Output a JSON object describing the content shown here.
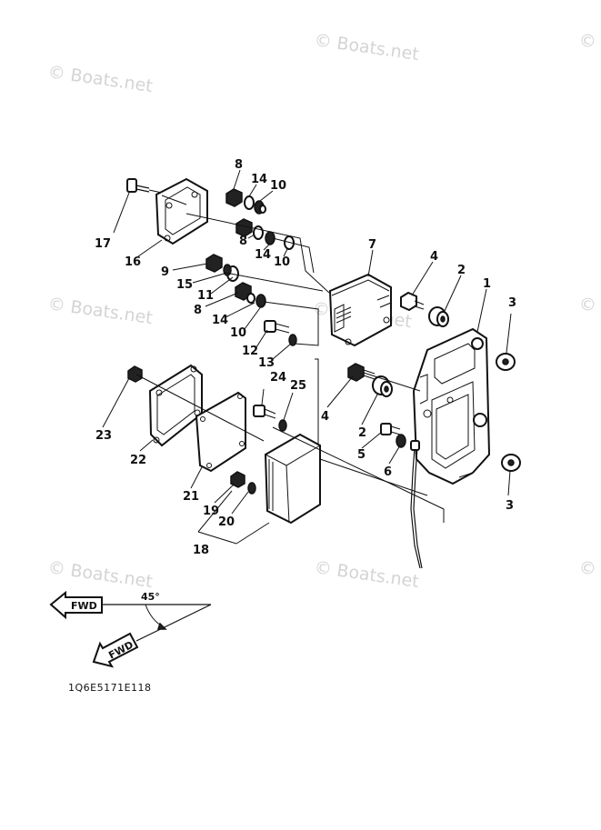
{
  "watermarks": [
    "© Boats.net",
    "© Boats.net",
    "© Boats.net",
    "© Boats.net",
    "© Boats.net",
    "© Boats.net",
    "© Boats.net",
    "© Boats.net",
    "©Boats.net"
  ],
  "part_labels": {
    "p1": "1",
    "p2a": "2",
    "p2b": "2",
    "p3a": "3",
    "p3b": "3",
    "p4a": "4",
    "p4b": "4",
    "p5": "5",
    "p6": "6",
    "p7": "7",
    "p8a": "8",
    "p8b": "8",
    "p8c": "8",
    "p9": "9",
    "p10a": "10",
    "p10b": "10",
    "p10c": "10",
    "p11": "11",
    "p12": "12",
    "p13": "13",
    "p14a": "14",
    "p14b": "14",
    "p14c": "14",
    "p15": "15",
    "p16": "16",
    "p17": "17",
    "p18": "18",
    "p19": "19",
    "p20": "20",
    "p21": "21",
    "p22": "22",
    "p23": "23",
    "p24": "24",
    "p25": "25"
  },
  "direction": {
    "fwd_label": "FWD",
    "fwd_label_2": "FWD",
    "angle_label": "45°"
  },
  "diagram_code": "1Q6E5171E118"
}
